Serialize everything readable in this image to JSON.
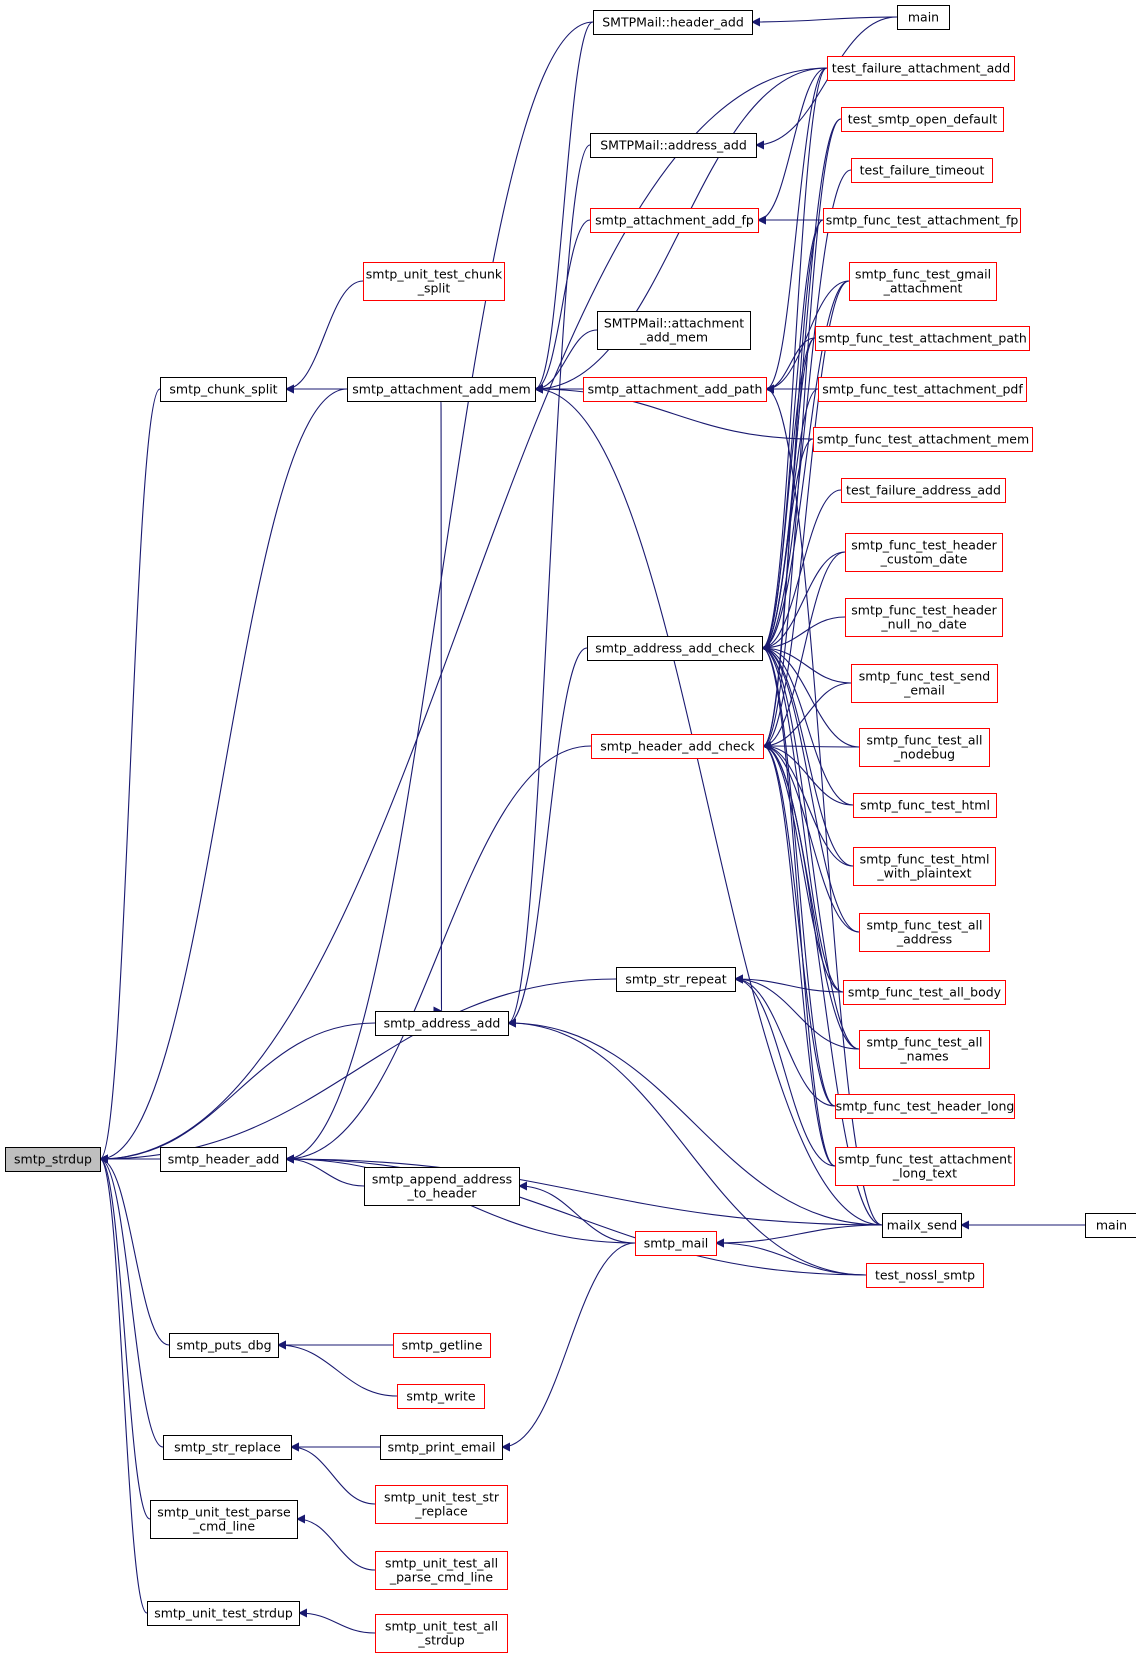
{
  "colors": {
    "edge": "#191970",
    "highlight_fill": "#bfbfbf",
    "red_border": "#ff0000",
    "black_border": "#000000"
  },
  "nodes": {
    "smtp_strdup": {
      "lines": [
        "smtp_strdup"
      ],
      "color": "grey"
    },
    "smtp_chunk_split": {
      "lines": [
        "smtp_chunk_split"
      ],
      "color": "black"
    },
    "smtp_unit_test_chunk_split": {
      "lines": [
        "smtp_unit_test_chunk",
        "_split"
      ],
      "color": "red"
    },
    "smtp_attachment_add_mem": {
      "lines": [
        "smtp_attachment_add_mem"
      ],
      "color": "black"
    },
    "SMTPMail_header_add": {
      "lines": [
        "SMTPMail::header_add"
      ],
      "color": "black"
    },
    "main_1": {
      "lines": [
        "main"
      ],
      "color": "black"
    },
    "test_failure_attachment_add": {
      "lines": [
        "test_failure_attachment_add"
      ],
      "color": "red"
    },
    "SMTPMail_address_add": {
      "lines": [
        "SMTPMail::address_add"
      ],
      "color": "black"
    },
    "test_smtp_open_default": {
      "lines": [
        "test_smtp_open_default"
      ],
      "color": "red"
    },
    "test_failure_timeout": {
      "lines": [
        "test_failure_timeout"
      ],
      "color": "red"
    },
    "smtp_attachment_add_fp": {
      "lines": [
        "smtp_attachment_add_fp"
      ],
      "color": "red"
    },
    "smtp_func_test_attachment_fp": {
      "lines": [
        "smtp_func_test_attachment_fp"
      ],
      "color": "red"
    },
    "smtp_func_test_gmail_attachment": {
      "lines": [
        "smtp_func_test_gmail",
        "_attachment"
      ],
      "color": "red"
    },
    "SMTPMail_attachment_add_mem": {
      "lines": [
        "SMTPMail::attachment",
        "_add_mem"
      ],
      "color": "black"
    },
    "smtp_func_test_attachment_path": {
      "lines": [
        "smtp_func_test_attachment_path"
      ],
      "color": "red"
    },
    "smtp_attachment_add_path": {
      "lines": [
        "smtp_attachment_add_path"
      ],
      "color": "red"
    },
    "smtp_func_test_attachment_pdf": {
      "lines": [
        "smtp_func_test_attachment_pdf"
      ],
      "color": "red"
    },
    "smtp_func_test_attachment_mem": {
      "lines": [
        "smtp_func_test_attachment_mem"
      ],
      "color": "red"
    },
    "test_failure_address_add": {
      "lines": [
        "test_failure_address_add"
      ],
      "color": "red"
    },
    "smtp_func_test_header_custom_date": {
      "lines": [
        "smtp_func_test_header",
        "_custom_date"
      ],
      "color": "red"
    },
    "smtp_func_test_header_null_no_date": {
      "lines": [
        "smtp_func_test_header",
        "_null_no_date"
      ],
      "color": "red"
    },
    "smtp_address_add_check": {
      "lines": [
        "smtp_address_add_check"
      ],
      "color": "black"
    },
    "smtp_func_test_send_email": {
      "lines": [
        "smtp_func_test_send",
        "_email"
      ],
      "color": "red"
    },
    "smtp_header_add_check": {
      "lines": [
        "smtp_header_add_check"
      ],
      "color": "red"
    },
    "smtp_func_test_all_nodebug": {
      "lines": [
        "smtp_func_test_all",
        "_nodebug"
      ],
      "color": "red"
    },
    "smtp_func_test_html": {
      "lines": [
        "smtp_func_test_html"
      ],
      "color": "red"
    },
    "smtp_func_test_html_with_plaintext": {
      "lines": [
        "smtp_func_test_html",
        "_with_plaintext"
      ],
      "color": "red"
    },
    "smtp_func_test_all_address": {
      "lines": [
        "smtp_func_test_all",
        "_address"
      ],
      "color": "red"
    },
    "smtp_str_repeat": {
      "lines": [
        "smtp_str_repeat"
      ],
      "color": "black"
    },
    "smtp_func_test_all_body": {
      "lines": [
        "smtp_func_test_all_body"
      ],
      "color": "red"
    },
    "smtp_address_add": {
      "lines": [
        "smtp_address_add"
      ],
      "color": "black"
    },
    "smtp_func_test_all_names": {
      "lines": [
        "smtp_func_test_all",
        "_names"
      ],
      "color": "red"
    },
    "smtp_func_test_header_long": {
      "lines": [
        "smtp_func_test_header_long"
      ],
      "color": "red"
    },
    "smtp_header_add": {
      "lines": [
        "smtp_header_add"
      ],
      "color": "black"
    },
    "smtp_func_test_attachment_long_text": {
      "lines": [
        "smtp_func_test_attachment",
        "_long_text"
      ],
      "color": "red"
    },
    "smtp_append_address_to_header": {
      "lines": [
        "smtp_append_address",
        "_to_header"
      ],
      "color": "black"
    },
    "mailx_send": {
      "lines": [
        "mailx_send"
      ],
      "color": "black"
    },
    "main_2": {
      "lines": [
        "main"
      ],
      "color": "black"
    },
    "smtp_mail": {
      "lines": [
        "smtp_mail"
      ],
      "color": "red"
    },
    "test_nossl_smtp": {
      "lines": [
        "test_nossl_smtp"
      ],
      "color": "red"
    },
    "smtp_puts_dbg": {
      "lines": [
        "smtp_puts_dbg"
      ],
      "color": "black"
    },
    "smtp_getline": {
      "lines": [
        "smtp_getline"
      ],
      "color": "red"
    },
    "smtp_write": {
      "lines": [
        "smtp_write"
      ],
      "color": "red"
    },
    "smtp_str_replace": {
      "lines": [
        "smtp_str_replace"
      ],
      "color": "black"
    },
    "smtp_print_email": {
      "lines": [
        "smtp_print_email"
      ],
      "color": "black"
    },
    "smtp_unit_test_str_replace": {
      "lines": [
        "smtp_unit_test_str",
        "_replace"
      ],
      "color": "red"
    },
    "smtp_unit_test_parse_cmd_line": {
      "lines": [
        "smtp_unit_test_parse",
        "_cmd_line"
      ],
      "color": "black"
    },
    "smtp_unit_test_all_parse_cmd_line": {
      "lines": [
        "smtp_unit_test_all",
        "_parse_cmd_line"
      ],
      "color": "red"
    },
    "smtp_unit_test_strdup": {
      "lines": [
        "smtp_unit_test_strdup"
      ],
      "color": "black"
    },
    "smtp_unit_test_all_strdup": {
      "lines": [
        "smtp_unit_test_all",
        "_strdup"
      ],
      "color": "red"
    }
  },
  "edges": [
    [
      "smtp_strdup",
      "smtp_chunk_split"
    ],
    [
      "smtp_strdup",
      "smtp_attachment_add_mem"
    ],
    [
      "smtp_strdup",
      "test_failure_attachment_add"
    ],
    [
      "smtp_strdup",
      "smtp_str_repeat"
    ],
    [
      "smtp_strdup",
      "smtp_address_add"
    ],
    [
      "smtp_strdup",
      "smtp_header_add"
    ],
    [
      "smtp_strdup",
      "smtp_puts_dbg"
    ],
    [
      "smtp_strdup",
      "smtp_str_replace"
    ],
    [
      "smtp_strdup",
      "smtp_unit_test_parse_cmd_line"
    ],
    [
      "smtp_strdup",
      "smtp_unit_test_strdup"
    ],
    [
      "smtp_chunk_split",
      "smtp_unit_test_chunk_split"
    ],
    [
      "smtp_chunk_split",
      "smtp_attachment_add_mem"
    ],
    [
      "smtp_attachment_add_mem",
      "SMTPMail_header_add"
    ],
    [
      "smtp_attachment_add_mem",
      "smtp_attachment_add_fp"
    ],
    [
      "smtp_attachment_add_mem",
      "SMTPMail_attachment_add_mem"
    ],
    [
      "smtp_attachment_add_mem",
      "smtp_attachment_add_path"
    ],
    [
      "smtp_attachment_add_mem",
      "smtp_func_test_attachment_mem"
    ],
    [
      "smtp_attachment_add_mem",
      "test_failure_attachment_add"
    ],
    [
      "smtp_attachment_add_mem",
      "mailx_send"
    ],
    [
      "SMTPMail_header_add",
      "main_1"
    ],
    [
      "SMTPMail_address_add",
      "main_1"
    ],
    [
      "smtp_attachment_add_fp",
      "smtp_func_test_attachment_fp"
    ],
    [
      "smtp_attachment_add_fp",
      "test_failure_attachment_add"
    ],
    [
      "smtp_attachment_add_path",
      "smtp_func_test_attachment_path"
    ],
    [
      "smtp_attachment_add_path",
      "smtp_func_test_attachment_pdf"
    ],
    [
      "smtp_attachment_add_path",
      "smtp_func_test_gmail_attachment"
    ],
    [
      "smtp_attachment_add_path",
      "mailx_send"
    ],
    [
      "smtp_attachment_add_path",
      "test_failure_attachment_add"
    ],
    [
      "smtp_address_add_check",
      "test_failure_attachment_add"
    ],
    [
      "smtp_address_add_check",
      "test_smtp_open_default"
    ],
    [
      "smtp_address_add_check",
      "test_failure_timeout"
    ],
    [
      "smtp_address_add_check",
      "smtp_func_test_attachment_fp"
    ],
    [
      "smtp_address_add_check",
      "smtp_func_test_gmail_attachment"
    ],
    [
      "smtp_address_add_check",
      "smtp_func_test_attachment_path"
    ],
    [
      "smtp_address_add_check",
      "smtp_func_test_attachment_pdf"
    ],
    [
      "smtp_address_add_check",
      "smtp_func_test_attachment_mem"
    ],
    [
      "smtp_address_add_check",
      "test_failure_address_add"
    ],
    [
      "smtp_address_add_check",
      "smtp_func_test_header_custom_date"
    ],
    [
      "smtp_address_add_check",
      "smtp_func_test_header_null_no_date"
    ],
    [
      "smtp_address_add_check",
      "smtp_func_test_send_email"
    ],
    [
      "smtp_address_add_check",
      "smtp_func_test_all_nodebug"
    ],
    [
      "smtp_address_add_check",
      "smtp_func_test_html"
    ],
    [
      "smtp_address_add_check",
      "smtp_func_test_html_with_plaintext"
    ],
    [
      "smtp_address_add_check",
      "smtp_func_test_all_address"
    ],
    [
      "smtp_address_add_check",
      "smtp_func_test_all_body"
    ],
    [
      "smtp_address_add_check",
      "smtp_func_test_all_names"
    ],
    [
      "smtp_address_add_check",
      "smtp_func_test_header_long"
    ],
    [
      "smtp_address_add_check",
      "smtp_func_test_attachment_long_text"
    ],
    [
      "smtp_header_add_check",
      "test_smtp_open_default"
    ],
    [
      "smtp_header_add_check",
      "smtp_func_test_attachment_fp"
    ],
    [
      "smtp_header_add_check",
      "smtp_func_test_gmail_attachment"
    ],
    [
      "smtp_header_add_check",
      "smtp_func_test_attachment_path"
    ],
    [
      "smtp_header_add_check",
      "smtp_func_test_header_custom_date"
    ],
    [
      "smtp_header_add_check",
      "smtp_func_test_send_email"
    ],
    [
      "smtp_header_add_check",
      "smtp_func_test_all_nodebug"
    ],
    [
      "smtp_header_add_check",
      "smtp_func_test_html"
    ],
    [
      "smtp_header_add_check",
      "smtp_func_test_html_with_plaintext"
    ],
    [
      "smtp_header_add_check",
      "smtp_func_test_all_address"
    ],
    [
      "smtp_header_add_check",
      "smtp_func_test_all_body"
    ],
    [
      "smtp_header_add_check",
      "smtp_func_test_all_names"
    ],
    [
      "smtp_header_add_check",
      "smtp_func_test_header_long"
    ],
    [
      "smtp_header_add_check",
      "smtp_func_test_attachment_long_text"
    ],
    [
      "smtp_header_add_check",
      "mailx_send"
    ],
    [
      "smtp_str_repeat",
      "smtp_func_test_all_body"
    ],
    [
      "smtp_str_repeat",
      "smtp_func_test_all_names"
    ],
    [
      "smtp_str_repeat",
      "smtp_func_test_header_long"
    ],
    [
      "smtp_str_repeat",
      "smtp_func_test_attachment_long_text"
    ],
    [
      "smtp_address_add",
      "smtp_address_add_check"
    ],
    [
      "smtp_address_add",
      "smtp_attachment_add_mem"
    ],
    [
      "smtp_address_add",
      "SMTPMail_address_add"
    ],
    [
      "smtp_address_add",
      "mailx_send"
    ],
    [
      "smtp_address_add",
      "test_nossl_smtp"
    ],
    [
      "smtp_header_add",
      "SMTPMail_header_add"
    ],
    [
      "smtp_header_add",
      "smtp_header_add_check"
    ],
    [
      "smtp_header_add",
      "smtp_append_address_to_header"
    ],
    [
      "smtp_header_add",
      "smtp_mail"
    ],
    [
      "smtp_header_add",
      "mailx_send"
    ],
    [
      "smtp_header_add",
      "test_nossl_smtp"
    ],
    [
      "smtp_append_address_to_header",
      "smtp_mail"
    ],
    [
      "mailx_send",
      "main_2"
    ],
    [
      "smtp_mail",
      "mailx_send"
    ],
    [
      "smtp_mail",
      "test_nossl_smtp"
    ],
    [
      "smtp_puts_dbg",
      "smtp_getline"
    ],
    [
      "smtp_puts_dbg",
      "smtp_write"
    ],
    [
      "smtp_str_replace",
      "smtp_print_email"
    ],
    [
      "smtp_str_replace",
      "smtp_unit_test_str_replace"
    ],
    [
      "smtp_print_email",
      "smtp_mail"
    ],
    [
      "smtp_unit_test_parse_cmd_line",
      "smtp_unit_test_all_parse_cmd_line"
    ],
    [
      "smtp_unit_test_strdup",
      "smtp_unit_test_all_strdup"
    ]
  ]
}
